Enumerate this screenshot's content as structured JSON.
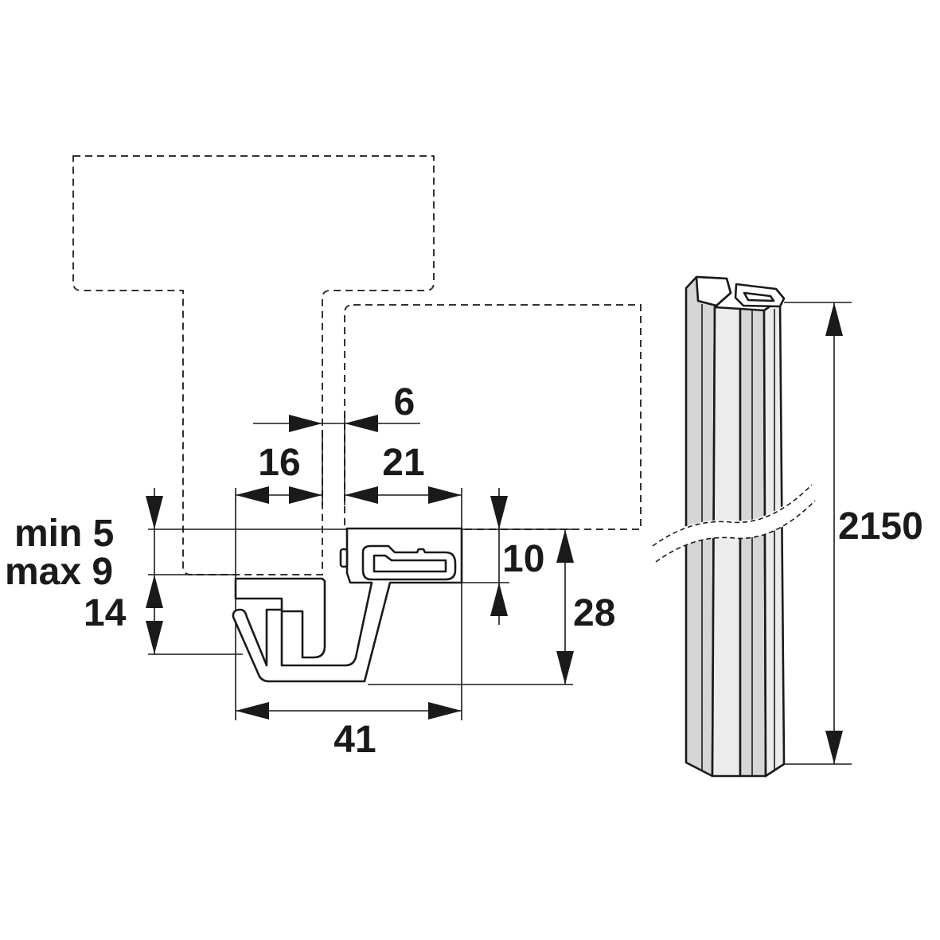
{
  "dimensions": {
    "gap_6": "6",
    "width_16": "16",
    "width_21": "21",
    "min_label": "min 5",
    "max_label": "max 9",
    "height_14": "14",
    "height_10": "10",
    "height_28": "28",
    "width_41": "41",
    "length_2150": "2150"
  },
  "colors": {
    "line": "#1a1a1a",
    "profile_face": "#ececec",
    "profile_shade": "#d6d6d6",
    "background": "#ffffff"
  }
}
